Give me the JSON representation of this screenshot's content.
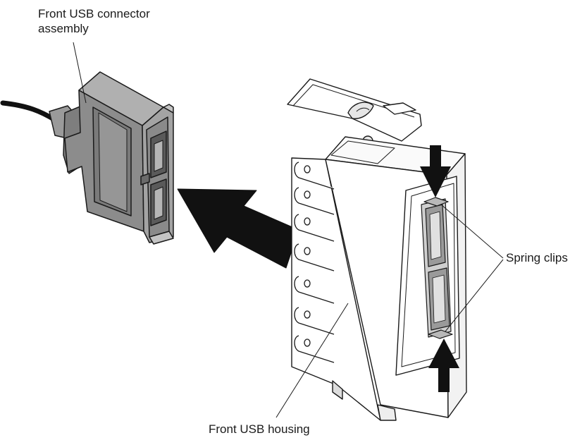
{
  "labels": {
    "connector_line1": "Front USB connector",
    "connector_line2": "assembly",
    "spring_clips": "Spring clips",
    "housing": "Front USB housing"
  },
  "colors": {
    "outline": "#1a1a1a",
    "housing_fill": "#ffffff",
    "housing_side": "#f2f2f2",
    "connector_fill": "#8c8c8c",
    "connector_dark": "#5a5a5a",
    "connector_light": "#b5b5b5",
    "arrow": "#111111",
    "clip_fill": "#cfcfcf"
  },
  "icons": {
    "insert_arrow": "big-left-arrow-icon",
    "clip_press_top": "down-arrow-icon",
    "clip_press_bottom": "up-arrow-icon"
  }
}
